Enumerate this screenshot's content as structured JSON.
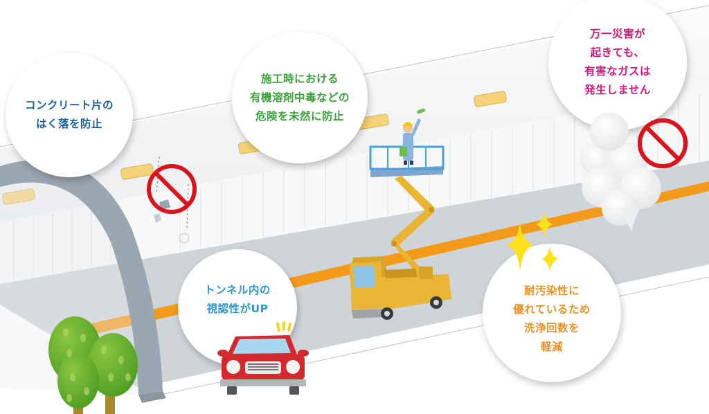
{
  "colors": {
    "blue_text": "#1e5fa0",
    "green_text": "#3aa13a",
    "magenta_text": "#d0197c",
    "cyan_text": "#2a98d2",
    "orange_text": "#e8922a",
    "road_stripe": "#f39a1b",
    "tunnel_gray": "#cfd4d9",
    "arch_gray": "#9aa6b0",
    "prohibition_red": "#d8141c",
    "light_yellow": "#f6d37a",
    "truck_yellow": "#e8b535",
    "car_red": "#d42a2f",
    "tree_green": "#62a82a",
    "sparkle_yellow": "#ffe01a"
  },
  "callouts": {
    "concrete": {
      "lines": [
        "コンクリート片の",
        "はく落を防止"
      ],
      "icon": "prohibition-falling-concrete-icon"
    },
    "solvent": {
      "lines": [
        "施工時における",
        "有機溶剤中毒などの",
        "危険を未然に防止"
      ],
      "icon": "worker-on-lift-icon"
    },
    "gas": {
      "lines": [
        "万一災害が",
        "起きても、",
        "有害なガスは",
        "発生しません"
      ],
      "icon": "prohibition-smoke-icon"
    },
    "visibility": {
      "lines": [
        "トンネル内の",
        "視認性がUP"
      ],
      "icon": "car-icon"
    },
    "stain": {
      "lines": [
        "耐汚染性に",
        "優れているため",
        "洗浄回数を",
        "軽減"
      ],
      "icon": "sparkle-icon"
    }
  }
}
